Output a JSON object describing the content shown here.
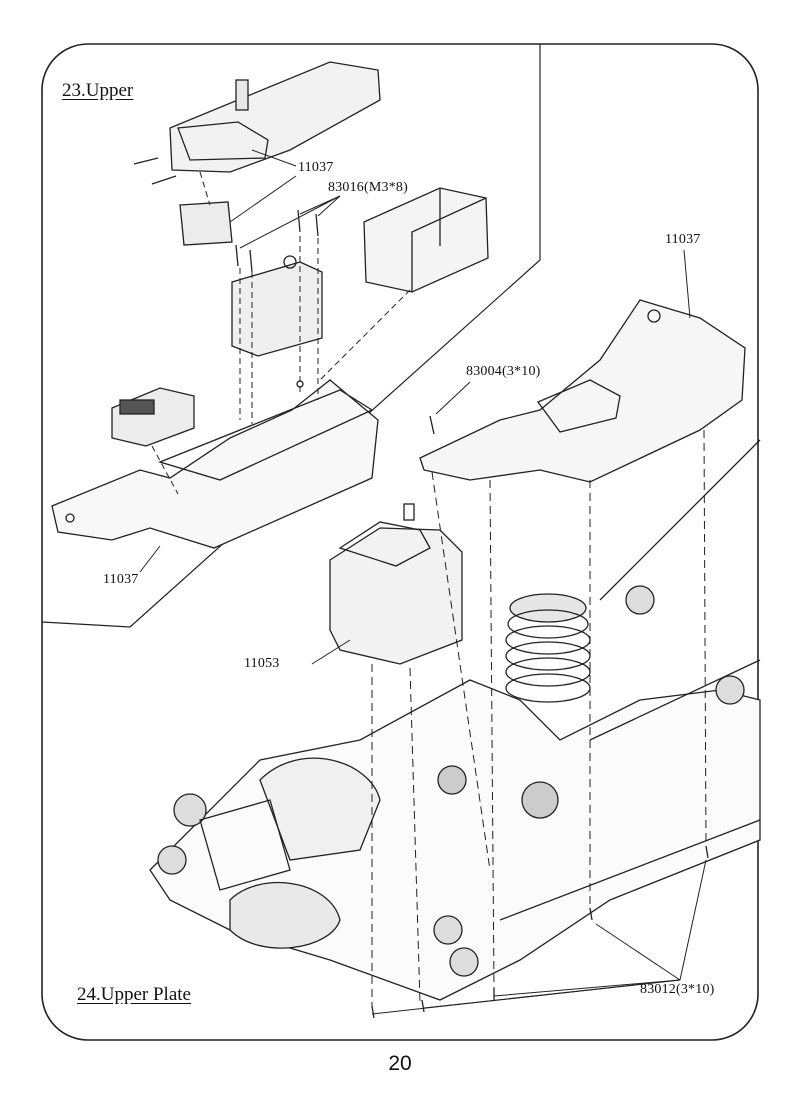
{
  "sections": {
    "upper": "23.Upper",
    "upper_plate": "24.Upper Plate"
  },
  "labels": {
    "p11037_top": "11037",
    "p83016": "83016(M3*8)",
    "p11037_right": "11037",
    "p83004": "83004(3*10)",
    "p11037_bottom": "11037",
    "p11053": "11053",
    "p83012": "83012(3*10)"
  },
  "page_number": "20"
}
